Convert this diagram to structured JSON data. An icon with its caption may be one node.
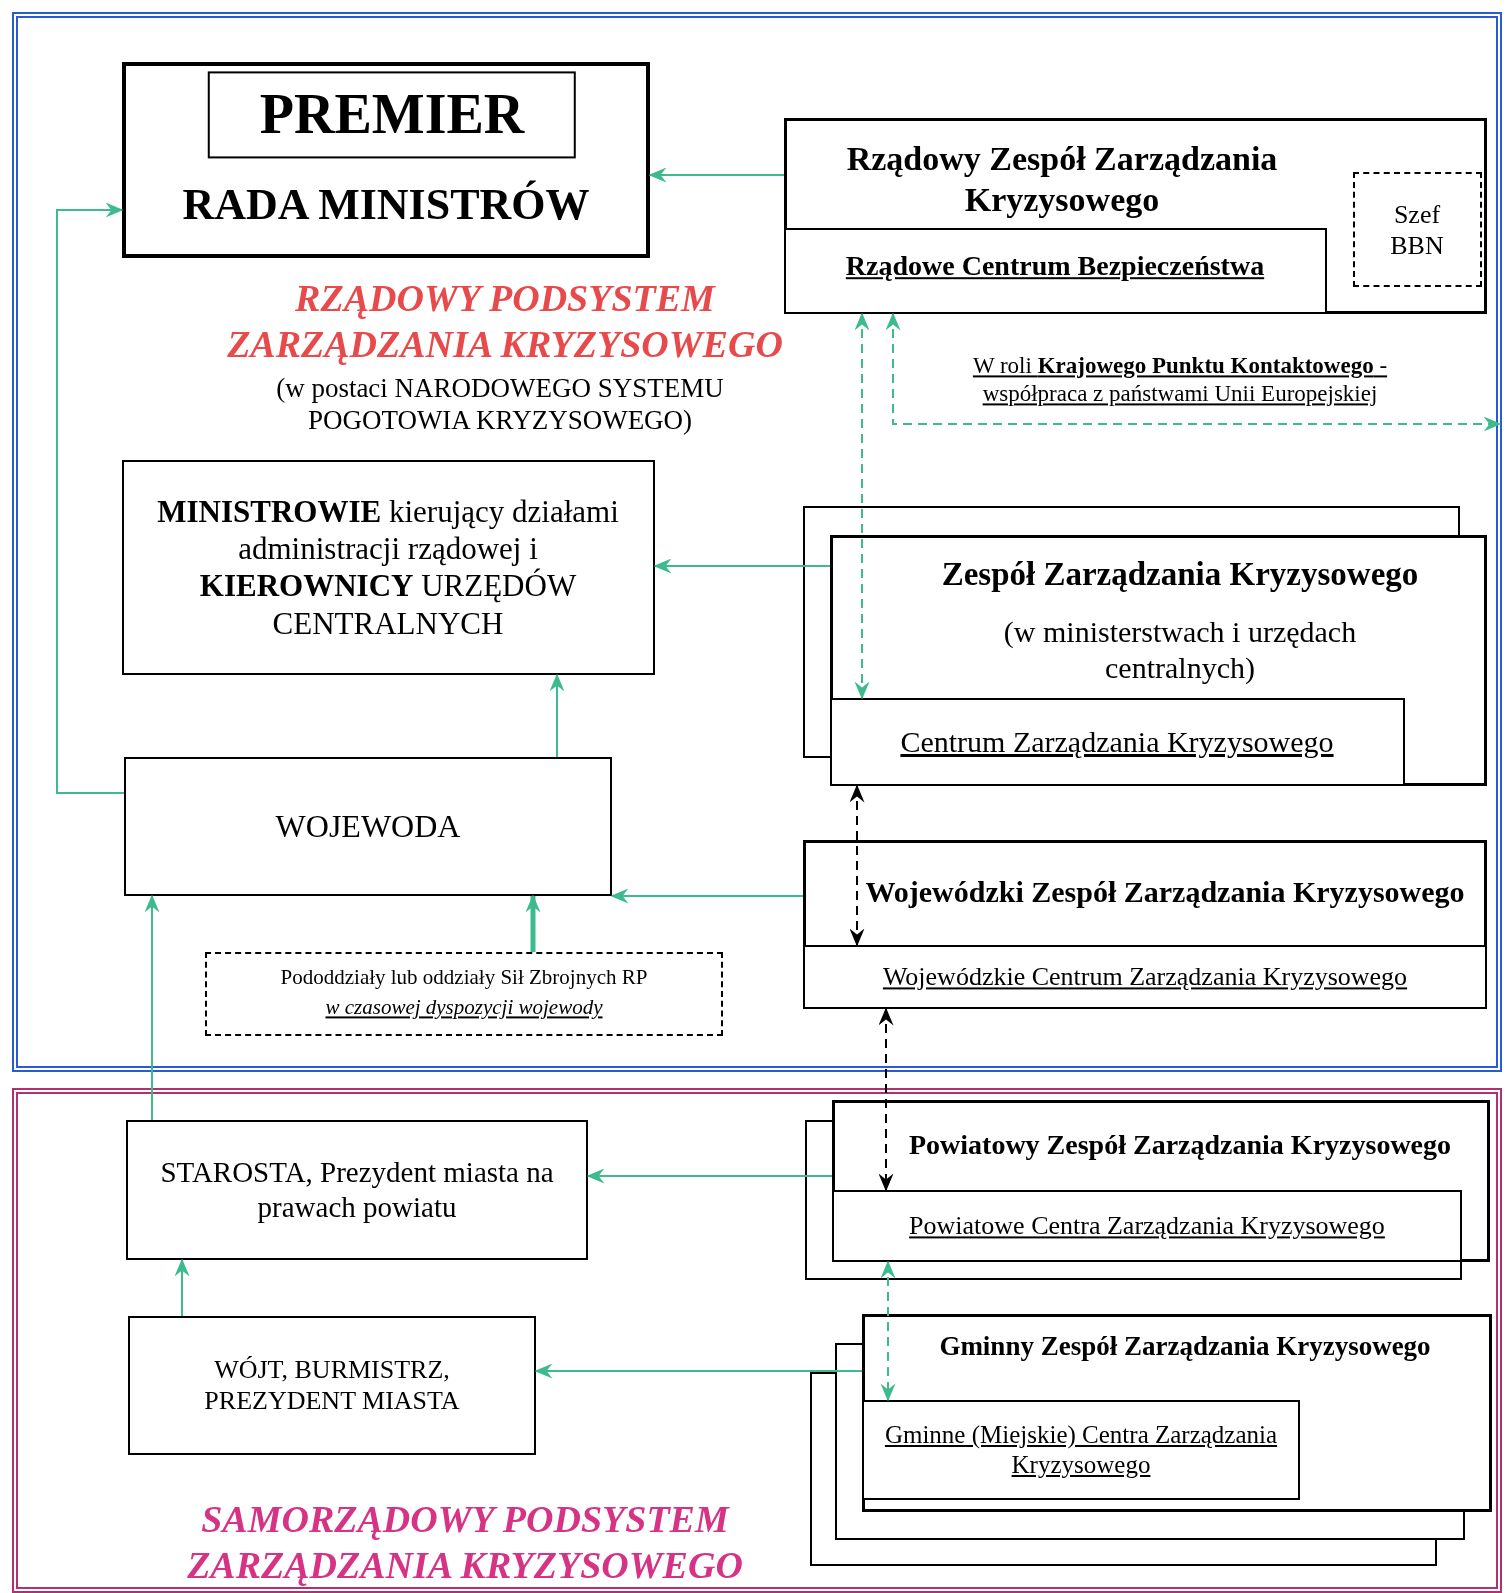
{
  "diagram": {
    "nodes": [
      {
        "text": [
          "RZĄDOWY PODSYSTEM ZARZĄDZANIA KRYZYSOWEGO",
          "(w postaci NARODOWEGO SYSTEMU POGOTOWIA KRYZYSOWEGO)"
        ]
      },
      {
        "text": [
          "PREMIER",
          "RADA MINISTRÓW"
        ],
        "in": 0
      },
      {
        "text": [
          "Rządowy Zespół Zarządzania Kryzysowego"
        ],
        "in": 0
      },
      {
        "text": [
          "Rządowe Centrum Bezpieczeństwa"
        ],
        "in": 2
      },
      {
        "text": [
          "Szef BBN"
        ],
        "in": 2
      },
      {
        "text": [
          "**MINISTROWIE** kierujący działami administracji rządowej i **KIEROWNICY** URZĘDÓW CENTRALNYCH"
        ],
        "in": 0
      },
      {
        "text": [
          "Zespół Zarządzania Kryzysowego",
          "(w ministerstwach i urzędach centralnych)"
        ],
        "in": 0
      },
      {
        "text": [
          "Centrum Zarządzania Kryzysowego"
        ],
        "in": 6
      },
      {
        "text": [
          "WOJEWODA"
        ],
        "in": 0
      },
      {
        "text": [
          "Wojewódzki Zespół Zarządzania Kryzysowego"
        ],
        "in": 0
      },
      {
        "text": [
          "Wojewódzkie Centrum Zarządzania Kryzysowego"
        ],
        "in": 9
      },
      {
        "text": [
          "Pododdziały lub oddziały Sił Zbrojnych RP",
          "w czasowej dyspozycji wojewody"
        ],
        "in": 0
      },
      {
        "text": [
          "SAMORZĄDOWY PODSYSTEM ZARZĄDZANIA KRYZYSOWEGO"
        ]
      },
      {
        "text": [
          "STAROSTA, Prezydent miasta na prawach powiatu"
        ],
        "in": 12
      },
      {
        "text": [
          "Powiatowy Zespół Zarządzania Kryzysowego"
        ],
        "in": 12
      },
      {
        "text": [
          "Powiatowe Centra Zarządzania Kryzysowego"
        ],
        "in": 14
      },
      {
        "text": [
          "WÓJT, BURMISTRZ, PREZYDENT MIASTA"
        ],
        "in": 12
      },
      {
        "text": [
          "Gminny Zespół Zarządzania Kryzysowego"
        ],
        "in": 12
      },
      {
        "text": [
          "Gminne (Miejskie) Centra Zarządzania Kryzysowego"
        ],
        "in": 17
      }
    ],
    "edges": [
      {
        "from": 2,
        "to": 1,
        "arrow": "to"
      },
      {
        "from": 8,
        "to": 1,
        "arrow": "to"
      },
      {
        "from": 3,
        "to": null,
        "arrow": "both",
        "style": "dashed",
        "label": "W roli **Krajowego Punktu Kontaktowego** - współpraca z państwami Unii Europejskiej"
      },
      {
        "from": 3,
        "to": 7,
        "arrow": "both",
        "style": "dashed"
      },
      {
        "from": 6,
        "to": 5,
        "arrow": "to"
      },
      {
        "from": 8,
        "to": 5,
        "arrow": "to"
      },
      {
        "from": 9,
        "to": 8,
        "arrow": "to"
      },
      {
        "from": 11,
        "to": 8,
        "arrow": "to",
        "style": "thick"
      },
      {
        "from": 7,
        "to": 10,
        "arrow": "both",
        "style": "dashed",
        "color": "#000000"
      },
      {
        "from": 10,
        "to": 15,
        "arrow": "both",
        "style": "dashed",
        "color": "#000000"
      },
      {
        "from": 13,
        "to": 8,
        "arrow": "to"
      },
      {
        "from": 14,
        "to": 13,
        "arrow": "to"
      },
      {
        "from": 16,
        "to": 13,
        "arrow": "to"
      },
      {
        "from": 17,
        "to": 16,
        "arrow": "to"
      },
      {
        "from": 15,
        "to": 18,
        "arrow": "both",
        "style": "dashed"
      }
    ]
  }
}
